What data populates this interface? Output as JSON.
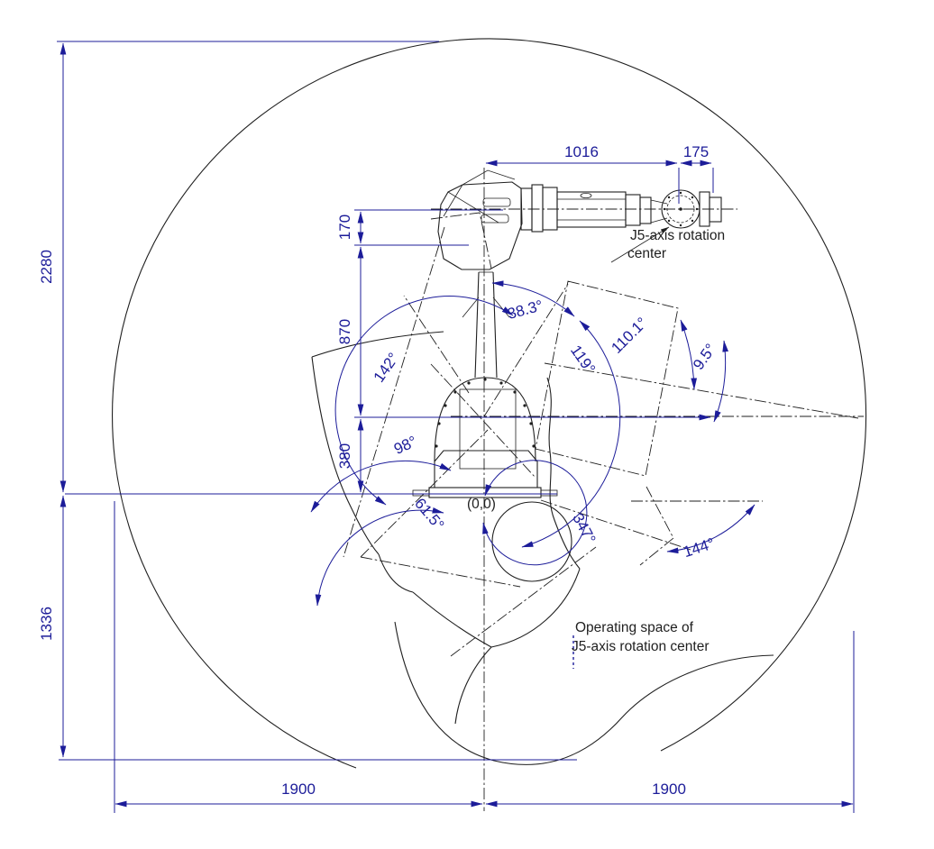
{
  "drawing": {
    "colors": {
      "dimension_blue": "#1c1c99",
      "line_black": "#1f1f1f"
    },
    "dims": {
      "arm_horizontal": "1016",
      "wrist_extension": "175",
      "envelope_above_base": "2280",
      "envelope_below_base": "1336",
      "reach_left": "1900",
      "reach_right": "1900",
      "arm_axis_offset": "170",
      "shoulder_to_arm": "870",
      "base_to_shoulder": "380"
    },
    "angles": {
      "upper_arm_forward": "38.3°",
      "forearm_sweep": "110.1°",
      "forearm_down": "9.5°",
      "upper_arm_sweep": "119°",
      "upper_arm_back_sweep": "142°",
      "lower_back_sweep": "98°",
      "lower_front_sweep": "61.5°",
      "wrist_circle_sweep": "347°",
      "wrist_lower_sweep": "144°"
    },
    "labels": {
      "j5_axis_line1": "J5-axis rotation",
      "j5_axis_line2": "center",
      "origin": "(0,0)",
      "op_space_line1": "Operating space of",
      "op_space_line2": "J5-axis rotation center"
    }
  }
}
